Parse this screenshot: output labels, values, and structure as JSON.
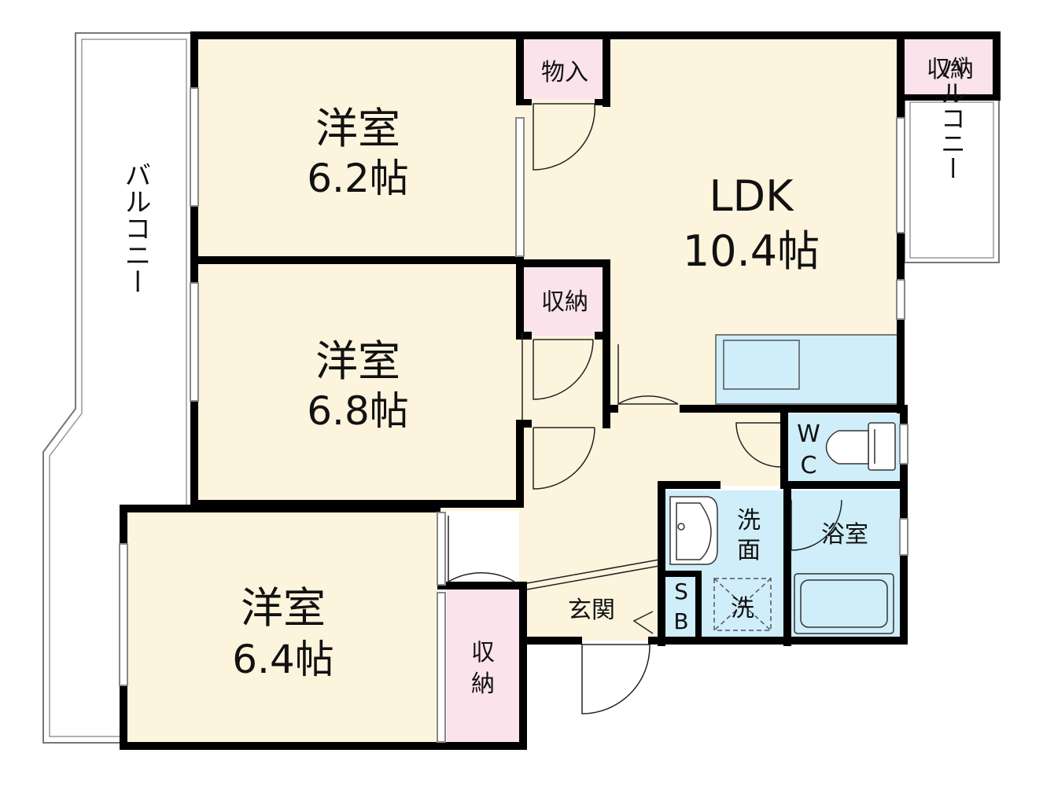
{
  "rooms": {
    "western1": {
      "name": "洋室",
      "size": "6.2帖"
    },
    "western2": {
      "name": "洋室",
      "size": "6.8帖"
    },
    "western3": {
      "name": "洋室",
      "size": "6.4帖"
    },
    "ldk": {
      "name": "LDK",
      "size": "10.4帖"
    }
  },
  "labels": {
    "monoire": "物入",
    "storage_top_right": "収納",
    "storage_mid": "収納",
    "storage_bottom_line1": "収",
    "storage_bottom_line2": "納",
    "balcony_left": "バルコニー",
    "balcony_right": "バルコニー",
    "wc_line1": "W",
    "wc_line2": "C",
    "washroom_line1": "洗",
    "washroom_line2": "面",
    "laundry": "洗",
    "bath": "浴室",
    "entrance": "玄関",
    "sb_line1": "S",
    "sb_line2": "B"
  },
  "colors": {
    "room_fill": "#fdf4dd",
    "storage_fill": "#fbe3ec",
    "wet_fill": "#cfeefa",
    "wall": "#000000"
  }
}
